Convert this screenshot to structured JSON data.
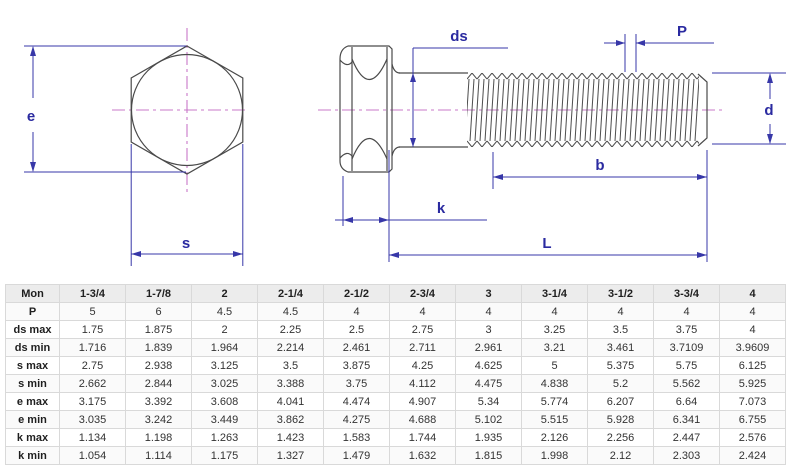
{
  "diagram": {
    "labels": {
      "e": "e",
      "s": "s",
      "ds": "ds",
      "P": "P",
      "d": "d",
      "b": "b",
      "k": "k",
      "L": "L"
    },
    "colors": {
      "dimension": "#3737a8",
      "label": "#2a2aa0",
      "centerline": "#c878c8",
      "outline": "#4a4a4a"
    }
  },
  "table": {
    "header": [
      "Mon",
      "1-3/4",
      "1-7/8",
      "2",
      "2-1/4",
      "2-1/2",
      "2-3/4",
      "3",
      "3-1/4",
      "3-1/2",
      "3-3/4",
      "4"
    ],
    "rows": [
      {
        "label": "P",
        "values": [
          "5",
          "6",
          "4.5",
          "4.5",
          "4",
          "4",
          "4",
          "4",
          "4",
          "4",
          "4"
        ]
      },
      {
        "label": "ds max",
        "values": [
          "1.75",
          "1.875",
          "2",
          "2.25",
          "2.5",
          "2.75",
          "3",
          "3.25",
          "3.5",
          "3.75",
          "4"
        ]
      },
      {
        "label": "ds min",
        "values": [
          "1.716",
          "1.839",
          "1.964",
          "2.214",
          "2.461",
          "2.711",
          "2.961",
          "3.21",
          "3.461",
          "3.7109",
          "3.9609"
        ]
      },
      {
        "label": "s max",
        "values": [
          "2.75",
          "2.938",
          "3.125",
          "3.5",
          "3.875",
          "4.25",
          "4.625",
          "5",
          "5.375",
          "5.75",
          "6.125"
        ]
      },
      {
        "label": "s min",
        "values": [
          "2.662",
          "2.844",
          "3.025",
          "3.388",
          "3.75",
          "4.112",
          "4.475",
          "4.838",
          "5.2",
          "5.562",
          "5.925"
        ]
      },
      {
        "label": "e max",
        "values": [
          "3.175",
          "3.392",
          "3.608",
          "4.041",
          "4.474",
          "4.907",
          "5.34",
          "5.774",
          "6.207",
          "6.64",
          "7.073"
        ]
      },
      {
        "label": "e min",
        "values": [
          "3.035",
          "3.242",
          "3.449",
          "3.862",
          "4.275",
          "4.688",
          "5.102",
          "5.515",
          "5.928",
          "6.341",
          "6.755"
        ]
      },
      {
        "label": "k max",
        "values": [
          "1.134",
          "1.198",
          "1.263",
          "1.423",
          "1.583",
          "1.744",
          "1.935",
          "2.126",
          "2.256",
          "2.447",
          "2.576"
        ]
      },
      {
        "label": "k min",
        "values": [
          "1.054",
          "1.114",
          "1.175",
          "1.327",
          "1.479",
          "1.632",
          "1.815",
          "1.998",
          "2.12",
          "2.303",
          "2.424"
        ]
      }
    ]
  }
}
